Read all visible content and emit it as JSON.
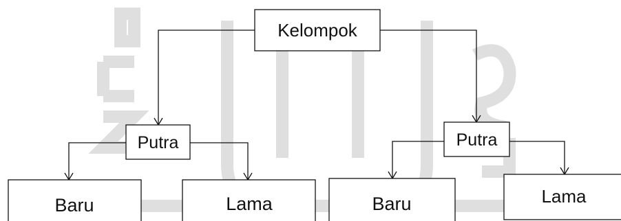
{
  "diagram": {
    "root": {
      "label": "Kelompok"
    },
    "branches": [
      {
        "label": "Putra",
        "children": [
          {
            "label": "Baru"
          },
          {
            "label": "Lama"
          }
        ]
      },
      {
        "label": "Putra",
        "children": [
          {
            "label": "Baru"
          },
          {
            "label": "Lama"
          }
        ]
      }
    ]
  },
  "colors": {
    "line": "#111111",
    "box_border": "#111111",
    "text": "#111111",
    "watermark": "#d9d9d9"
  }
}
